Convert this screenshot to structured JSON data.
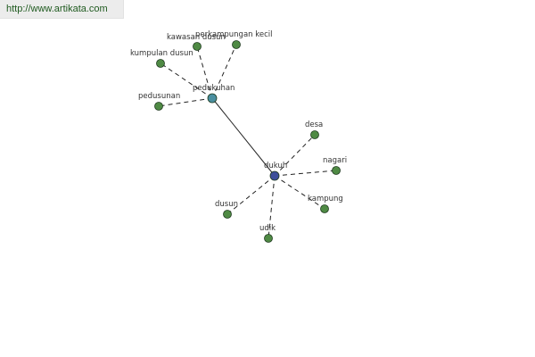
{
  "header": {
    "site_url": "http://www.artikata.com"
  },
  "colors": {
    "leaf_node": "#4f8a44",
    "hub_primary": "#3d4f9a",
    "hub_secondary": "#4a8fa0",
    "edge": "#222222",
    "node_stroke": "#1e3a1e"
  },
  "graph": {
    "nodes": [
      {
        "id": "dukuh",
        "label": "dukuh",
        "kind": "hub_primary"
      },
      {
        "id": "pedukuhan",
        "label": "pedukuhan",
        "kind": "hub_secondary"
      },
      {
        "id": "desa",
        "label": "desa",
        "kind": "leaf"
      },
      {
        "id": "nagari",
        "label": "nagari",
        "kind": "leaf"
      },
      {
        "id": "kampung",
        "label": "kampung",
        "kind": "leaf"
      },
      {
        "id": "udik",
        "label": "udik",
        "kind": "leaf"
      },
      {
        "id": "dusun",
        "label": "dusun",
        "kind": "leaf"
      },
      {
        "id": "kawasan_dusun",
        "label": "kawasan dusun",
        "kind": "leaf"
      },
      {
        "id": "perkampungan_kecil",
        "label": "perkampungan kecil",
        "kind": "leaf"
      },
      {
        "id": "kumpulan_dusun",
        "label": "kumpulan dusun",
        "kind": "leaf"
      },
      {
        "id": "pedusunan",
        "label": "pedusunan",
        "kind": "leaf"
      }
    ],
    "edges": [
      {
        "from": "dukuh",
        "to": "pedukuhan",
        "style": "solid"
      },
      {
        "from": "dukuh",
        "to": "desa",
        "style": "dashed"
      },
      {
        "from": "dukuh",
        "to": "nagari",
        "style": "dashed"
      },
      {
        "from": "dukuh",
        "to": "kampung",
        "style": "dashed"
      },
      {
        "from": "dukuh",
        "to": "udik",
        "style": "dashed"
      },
      {
        "from": "dukuh",
        "to": "dusun",
        "style": "dashed"
      },
      {
        "from": "pedukuhan",
        "to": "kawasan_dusun",
        "style": "dashed"
      },
      {
        "from": "pedukuhan",
        "to": "perkampungan_kecil",
        "style": "dashed"
      },
      {
        "from": "pedukuhan",
        "to": "kumpulan_dusun",
        "style": "dashed"
      },
      {
        "from": "pedukuhan",
        "to": "pedusunan",
        "style": "dashed"
      }
    ]
  }
}
